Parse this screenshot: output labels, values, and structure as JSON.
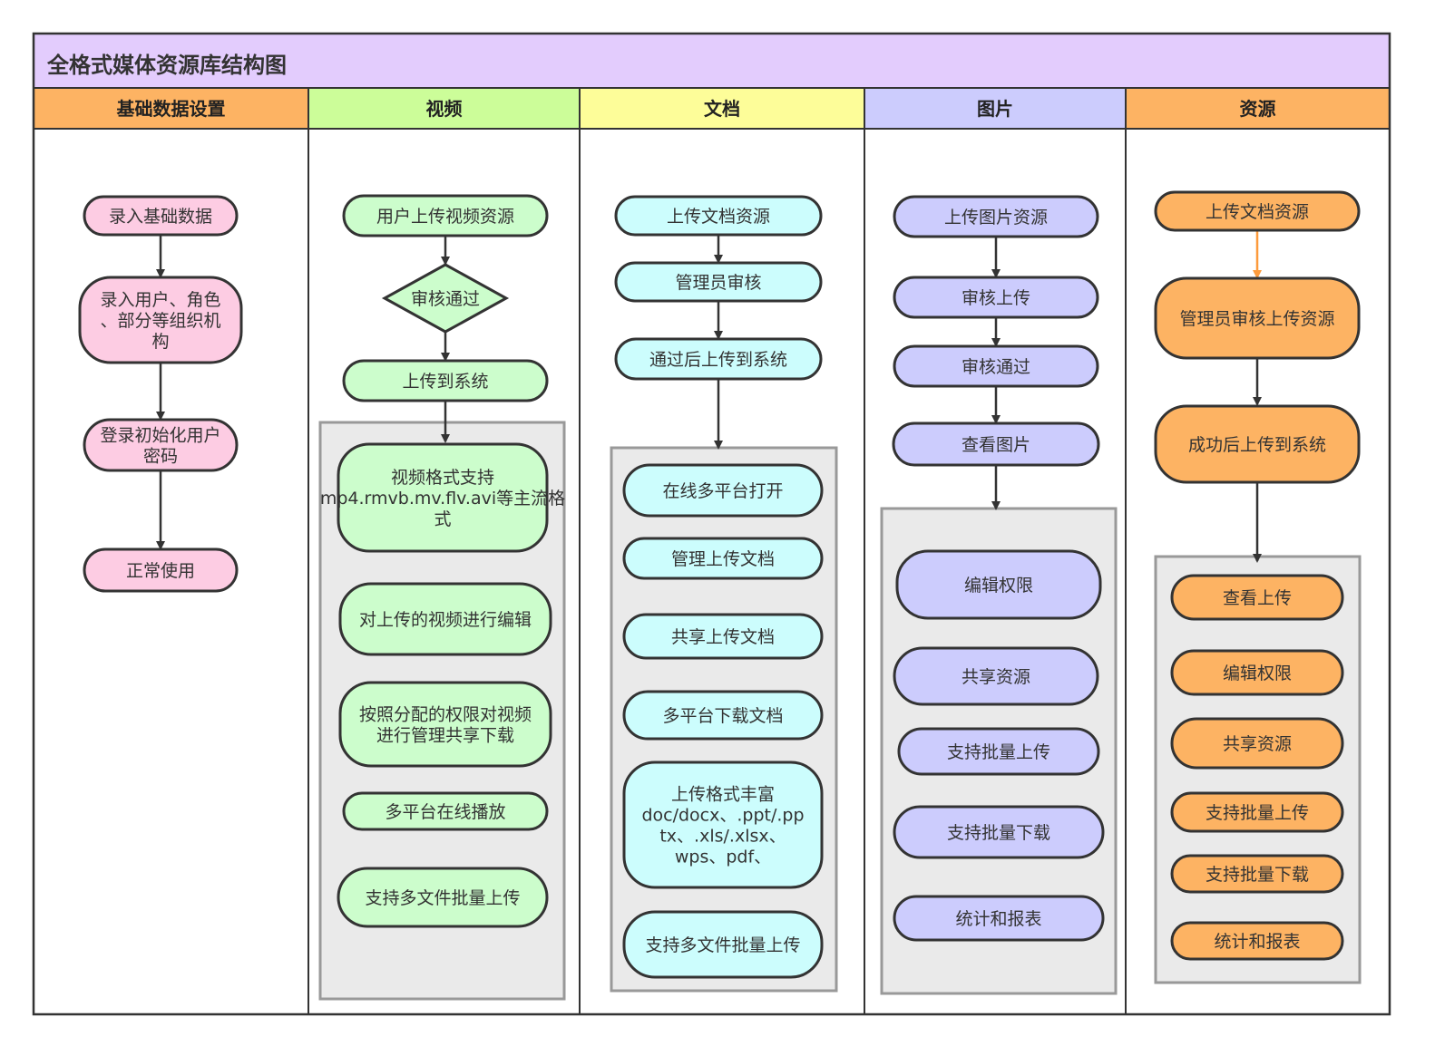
{
  "title": "全格式媒体资源库结构图",
  "colors": {
    "title_bg": "#e3ccfd",
    "border": "#333333",
    "group_bg": "#eaeaea",
    "group_border": "#999999"
  },
  "lanes": [
    {
      "name": "基础数据设置",
      "header_color": "#fdb363",
      "node_color": "#fdcce3",
      "nodes": [
        "录入基础数据",
        "录入用户、角色、部分等组织机构",
        "登录初始化用户密码",
        "正常使用"
      ],
      "group": []
    },
    {
      "name": "视频",
      "header_color": "#ccfd99",
      "node_color": "#ccfdcc",
      "nodes": [
        "用户上传视频资源",
        "审核通过",
        "上传到系统"
      ],
      "group": [
        "视频格式支持mp4.rmvb.mv.flv.avi等主流格式",
        "对上传的视频进行编辑",
        "按照分配的权限对视频进行管理共享下载",
        "多平台在线播放",
        "支持多文件批量上传"
      ]
    },
    {
      "name": "文档",
      "header_color": "#fdfd99",
      "node_color": "#ccfdfd",
      "nodes": [
        "上传文档资源",
        "管理员审核",
        "通过后上传到系统"
      ],
      "group": [
        "在线多平台打开",
        "管理上传文档",
        "共享上传文档",
        "多平台下载文档",
        "上传格式丰富doc/docx、.ppt/.pptx、.xls/.xlsx、wps、pdf、txt等",
        "支持多文件批量上传"
      ]
    },
    {
      "name": "图片",
      "header_color": "#ccccfd",
      "node_color": "#ccccfd",
      "nodes": [
        "上传图片资源",
        "审核上传",
        "审核通过",
        "查看图片"
      ],
      "group": [
        "编辑权限",
        "共享资源",
        "支持批量上传",
        "支持批量下载",
        "统计和报表"
      ]
    },
    {
      "name": "资源",
      "header_color": "#fdb363",
      "node_color": "#fdb363",
      "nodes": [
        "上传文档资源",
        "管理员审核上传资源",
        "成功后上传到系统"
      ],
      "group": [
        "查看上传",
        "编辑权限",
        "共享资源",
        "支持批量上传",
        "支持批量下载",
        "统计和报表"
      ]
    }
  ]
}
